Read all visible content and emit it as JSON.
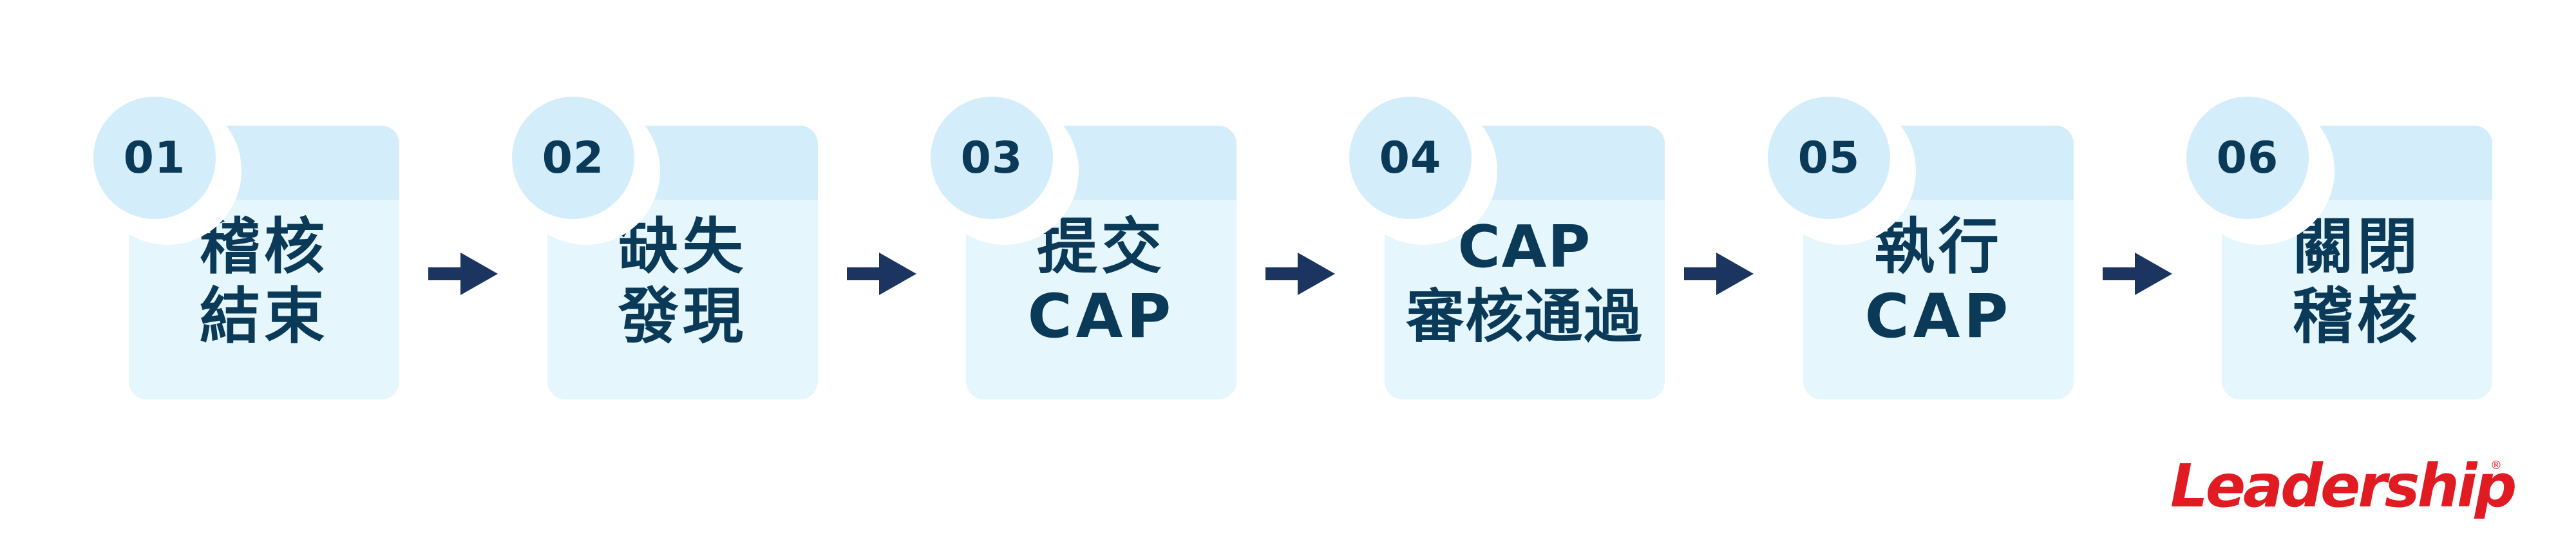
{
  "steps": [
    {
      "number": "01",
      "label": "稽核\n結束"
    },
    {
      "number": "02",
      "label": "缺失\n發現"
    },
    {
      "number": "03",
      "label": "提交\nCAP"
    },
    {
      "number": "04",
      "label": "CAP\n審核通過"
    },
    {
      "number": "05",
      "label": "執行\nCAP"
    },
    {
      "number": "06",
      "label": "關閉\n稽核"
    }
  ],
  "brand": {
    "name": "Leadership",
    "mark": "®"
  },
  "colors": {
    "card_top": "#d3eefa",
    "card_body": "#e6f6fd",
    "text": "#0a3a57",
    "arrow": "#1b3560",
    "brand": "#e11b22"
  },
  "icons": {
    "connector": "arrow-right-icon"
  }
}
